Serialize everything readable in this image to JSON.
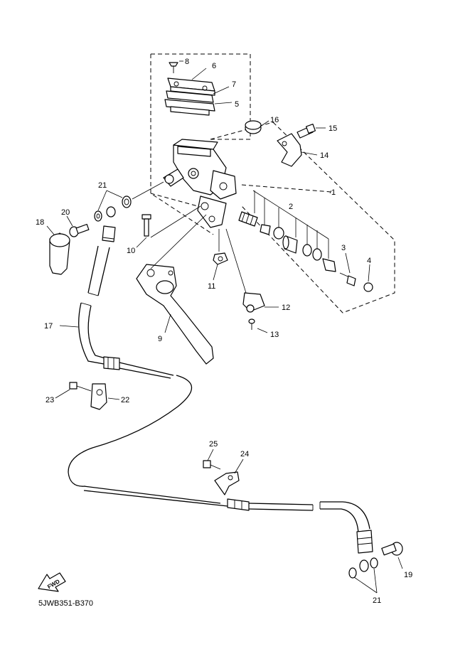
{
  "callouts": [
    "1",
    "2",
    "3",
    "4",
    "5",
    "6",
    "7",
    "8",
    "9",
    "10",
    "11",
    "12",
    "13",
    "14",
    "15",
    "16",
    "17",
    "18",
    "19",
    "20",
    "21",
    "22",
    "23",
    "24",
    "25",
    "21"
  ],
  "fwd_label": "FWD",
  "diagram_code": "5JWB351-B370"
}
